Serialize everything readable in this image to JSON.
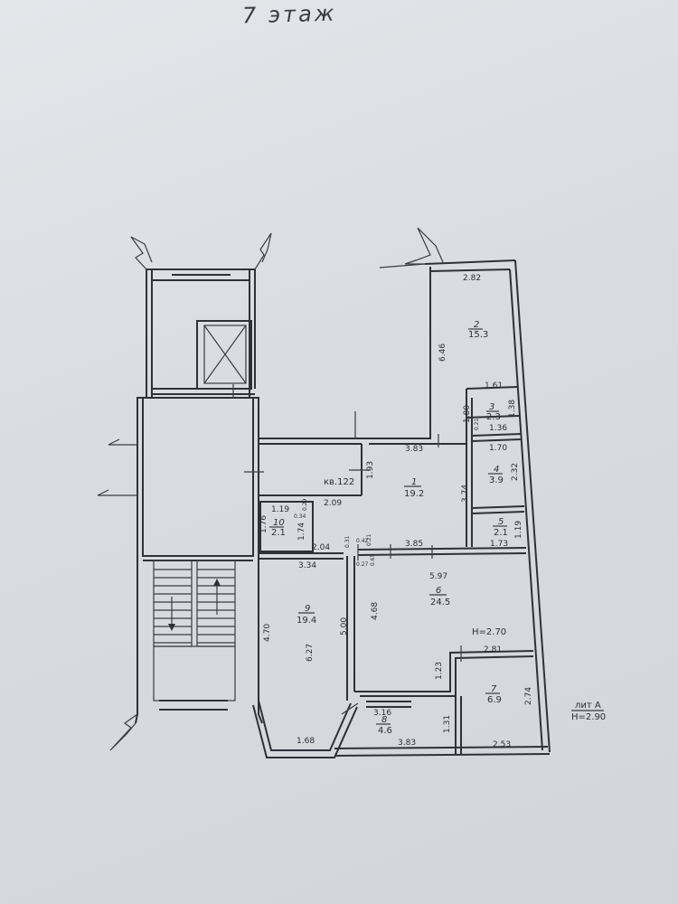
{
  "title": "7 этаж",
  "apartment_label": "кв.122",
  "ceiling_height_room": "H=2.70",
  "liter": "лит А",
  "liter_height": "H=2.90",
  "rooms": [
    {
      "num": "1",
      "area": "19.2"
    },
    {
      "num": "2",
      "area": "15.3"
    },
    {
      "num": "3",
      "area": "2.3"
    },
    {
      "num": "4",
      "area": "3.9"
    },
    {
      "num": "5",
      "area": "2.1"
    },
    {
      "num": "6",
      "area": "24.5"
    },
    {
      "num": "7",
      "area": "6.9"
    },
    {
      "num": "8",
      "area": "4.6"
    },
    {
      "num": "9",
      "area": "19.4"
    },
    {
      "num": "10",
      "area": "2.1"
    }
  ],
  "dimensions": {
    "d2_82": "2.82",
    "d6_46": "6.46",
    "d1_61": "1.61",
    "d1_38": "1.38",
    "d1_80": "1.80",
    "d0_21a": "0.21",
    "d1_36": "1.36",
    "d3_83a": "3.83",
    "d1_70": "1.70",
    "d2_32": "2.32",
    "d1_93": "1.93",
    "d2_09": "2.09",
    "d3_74": "3.74",
    "d1_19a": "1.19",
    "d0_29": "0.29",
    "d1_76": "1.76",
    "d0_34": "0.34",
    "d1_74": "1.74",
    "d1_19b": "1.19",
    "d1_73": "1.73",
    "d2_04": "2.04",
    "d0_42": "0.42",
    "d0_21b": "0.21",
    "d0_31": "0.31",
    "d3_85": "3.85",
    "d3_34": "3.34",
    "d0_27": "0.27",
    "d0_65": "0.65",
    "d5_97": "5.97",
    "d4_70": "4.70",
    "d5_00": "5.00",
    "d4_68": "4.68",
    "d6_27": "6.27",
    "d2_81": "2.81",
    "d1_23": "1.23",
    "d2_74": "2.74",
    "d3_16": "3.16",
    "d1_31": "1.31",
    "d1_68": "1.68",
    "d3_83b": "3.83",
    "d2_53": "2.53"
  }
}
